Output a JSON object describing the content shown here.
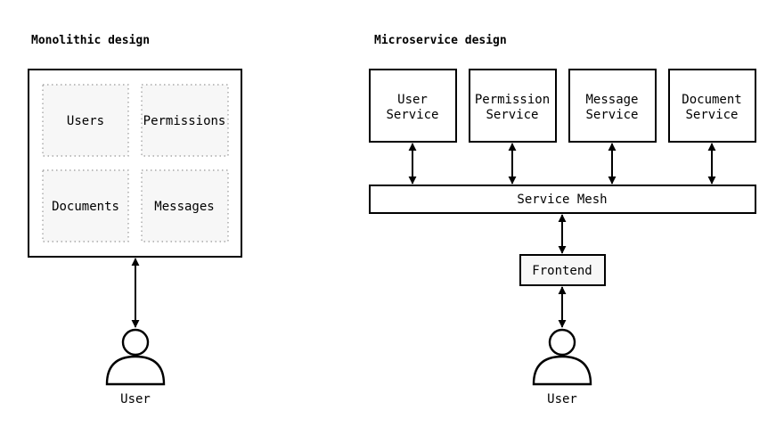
{
  "monolithic": {
    "title": "Monolithic design",
    "modules": [
      "Users",
      "Permissions",
      "Documents",
      "Messages"
    ],
    "user_label": "User"
  },
  "microservice": {
    "title": "Microservice design",
    "services": [
      [
        "User",
        "Service"
      ],
      [
        "Permission",
        "Service"
      ],
      [
        "Message",
        "Service"
      ],
      [
        "Document",
        "Service"
      ]
    ],
    "mesh_label": "Service Mesh",
    "frontend_label": "Frontend",
    "user_label": "User"
  }
}
